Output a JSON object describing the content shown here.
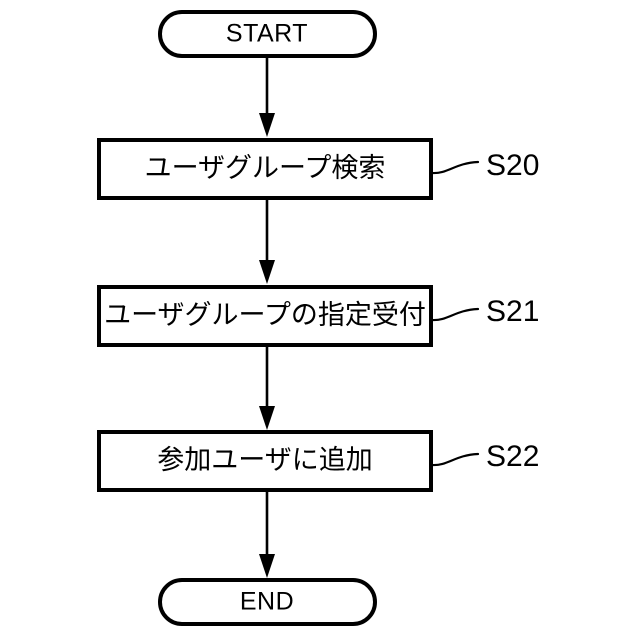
{
  "diagram": {
    "type": "flowchart",
    "orientation": "vertical",
    "background_color": "#ffffff",
    "line_color": "#000000",
    "fill_color": "#ffffff",
    "start": {
      "shape": "terminator",
      "label": "START"
    },
    "end": {
      "shape": "terminator",
      "label": "END"
    },
    "steps": [
      {
        "id": "S20",
        "shape": "process",
        "label": "ユーザグループ検索",
        "step_label": "S20"
      },
      {
        "id": "S21",
        "shape": "process",
        "label": "ユーザグループの指定受付",
        "step_label": "S21"
      },
      {
        "id": "S22",
        "shape": "process",
        "label": "参加ユーザに追加",
        "step_label": "S22"
      }
    ],
    "connectors": [
      {
        "from": "START",
        "to": "S20",
        "arrow": "down"
      },
      {
        "from": "S20",
        "to": "S21",
        "arrow": "down"
      },
      {
        "from": "S21",
        "to": "S22",
        "arrow": "down"
      },
      {
        "from": "S22",
        "to": "END",
        "arrow": "down"
      }
    ]
  }
}
